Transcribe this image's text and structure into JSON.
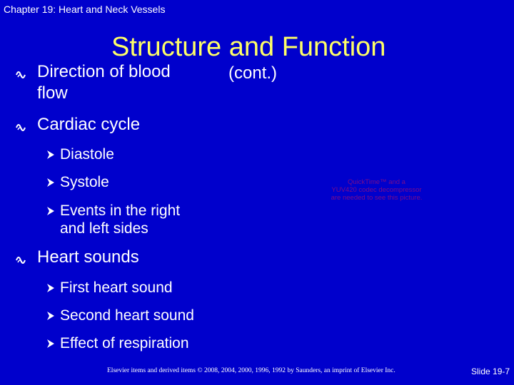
{
  "header": {
    "chapter": "Chapter 19: Heart and Neck Vessels"
  },
  "slide": {
    "title": "Structure and Function",
    "title_suffix": "(cont.)",
    "bullets": [
      {
        "text_line1": "Direction of blood",
        "text_line2": "flow"
      },
      {
        "text": "Cardiac cycle",
        "sub": [
          {
            "text": "Diastole"
          },
          {
            "text": "Systole"
          },
          {
            "text_line1": "Events in the right",
            "text_line2": "and left sides"
          }
        ]
      },
      {
        "text": "Heart sounds",
        "sub": [
          {
            "text": "First heart sound"
          },
          {
            "text": "Second heart sound"
          },
          {
            "text": "Effect of respiration"
          }
        ]
      }
    ],
    "quicktime_placeholder": "QuickTime™ and a\nYUV420 codec decompressor\nare needed to see this picture."
  },
  "footer": {
    "copyright": "Elsevier items and derived items © 2008, 2004, 2000, 1996, 1992 by Saunders, an imprint of Elsevier Inc.",
    "slide_number": "Slide 19-7"
  },
  "icons": {
    "level1": "wave-bullet-icon",
    "level2": "arrowhead-bullet-icon"
  },
  "colors": {
    "background": "#0000cc",
    "title": "#ffff66",
    "text": "#ffffff",
    "placeholder": "#7a0c8a"
  }
}
